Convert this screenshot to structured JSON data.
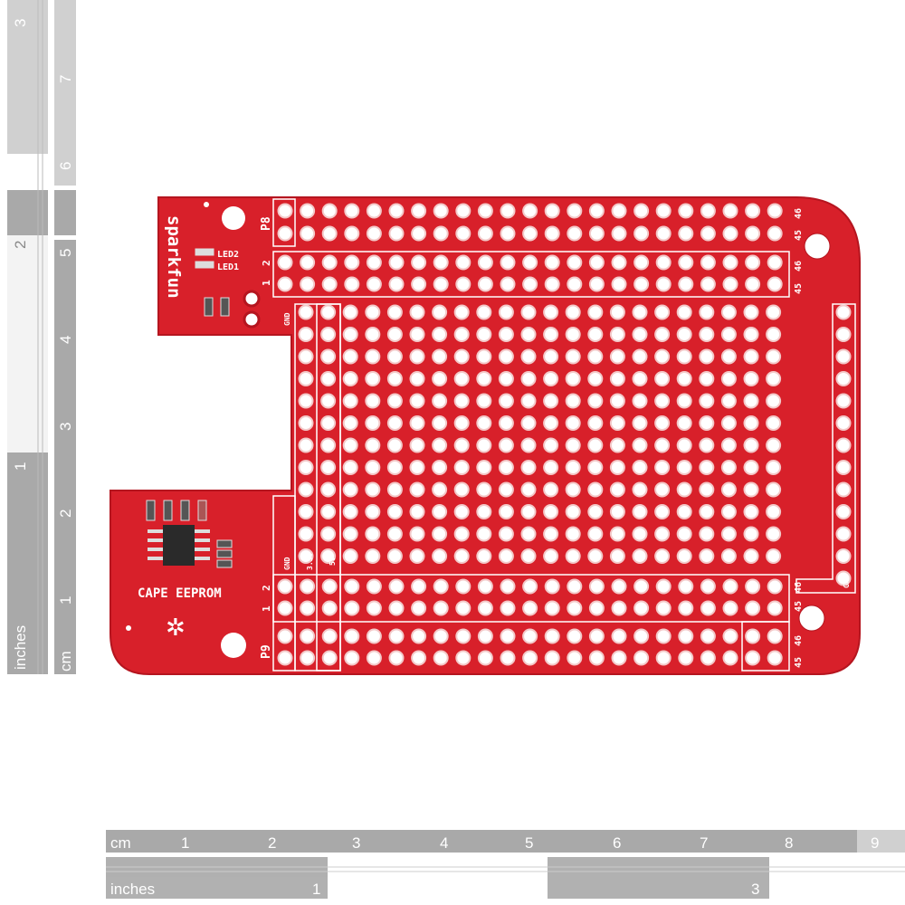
{
  "colors": {
    "board": "#d8202a",
    "board_edge": "#b5151f",
    "ruler_dark": "#a9a9a9",
    "ruler_light": "#d0d0d0",
    "silkscreen": "#ffffff"
  },
  "ruler_bottom": {
    "cm_label": "cm",
    "cm_ticks": [
      "1",
      "2",
      "3",
      "4",
      "5",
      "6",
      "7",
      "8",
      "9"
    ],
    "inch_label": "inches",
    "inch_ticks": [
      "1",
      "3"
    ]
  },
  "ruler_left": {
    "cm_label": "cm",
    "cm_ticks": [
      "1",
      "2",
      "3",
      "4",
      "5",
      "6",
      "7"
    ],
    "inch_label": "inches",
    "inch_ticks": [
      "1",
      "2",
      "3"
    ]
  },
  "board": {
    "logo": "sparkfun",
    "led2": "LED2",
    "led1": "LED1",
    "p8": "P8",
    "p9": "P9",
    "eeprom": "CAPE EEPROM",
    "gnd": "GND",
    "v33": "3.3V",
    "v5": "5V",
    "pin1": "1",
    "pin2": "2",
    "pin45": "45",
    "pin46": "46"
  }
}
